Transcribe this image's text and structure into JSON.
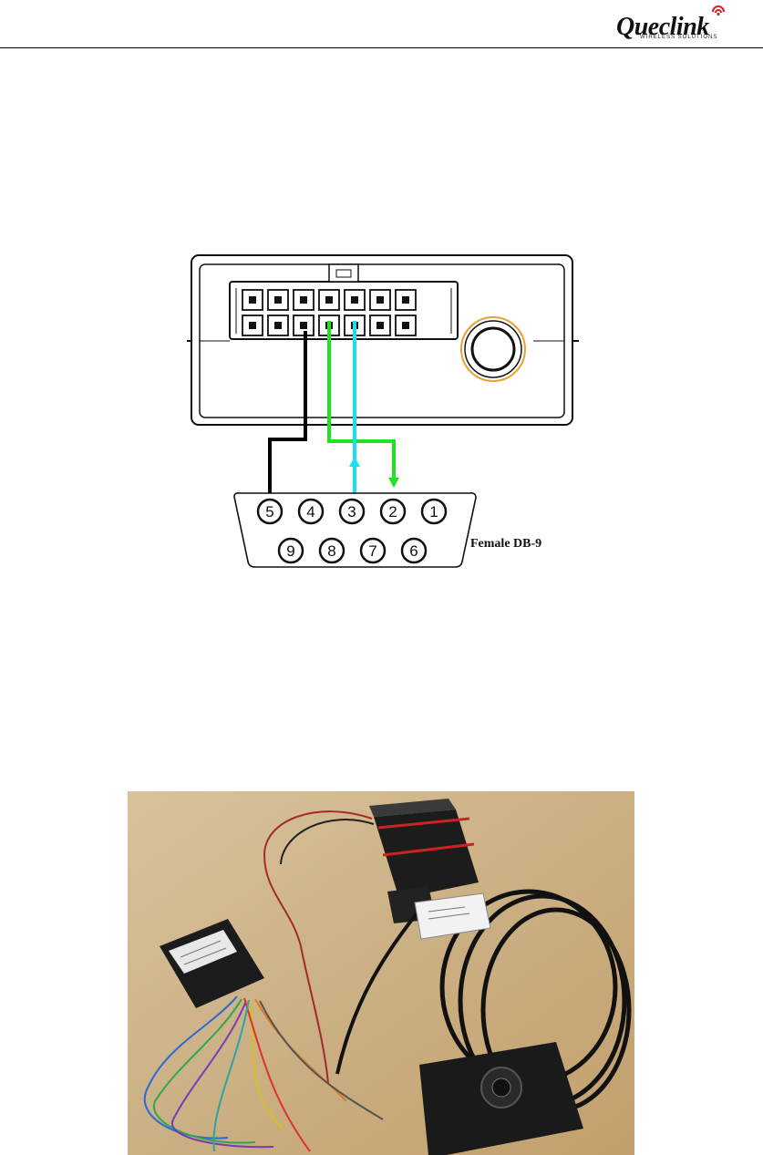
{
  "header": {
    "logo_text": "Queclink",
    "logo_tagline": "WIRELESS SOLUTIONS"
  },
  "diagram": {
    "connector_label": "Female DB-9",
    "db9_top_row_pins": [
      "5",
      "4",
      "3",
      "2",
      "1"
    ],
    "db9_bottom_row_pins": [
      "9",
      "8",
      "7",
      "6"
    ],
    "wire_colors": {
      "ground": "#000000",
      "rx": "#18e0f0",
      "tx": "#22e022",
      "ring": "#e8a030"
    }
  }
}
